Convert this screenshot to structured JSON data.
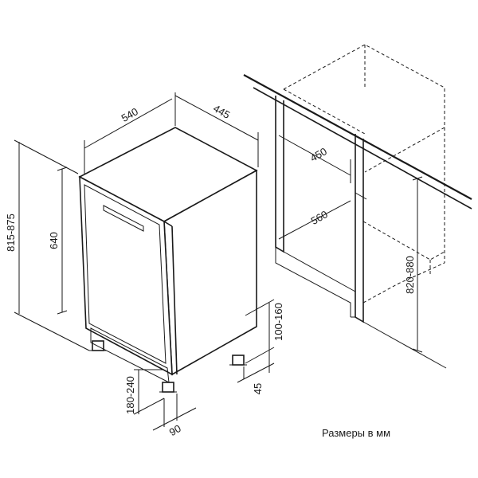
{
  "dimensions": {
    "width": "540",
    "depth": "445",
    "total_height": "815-875",
    "body_height": "640",
    "niche_depth": "450",
    "niche_width": "560",
    "niche_height": "820-880",
    "plinth_height": "100-160",
    "plinth_offset": "45",
    "door_lift": "180-240",
    "door_offset": "90"
  },
  "caption": "Размеры в мм"
}
